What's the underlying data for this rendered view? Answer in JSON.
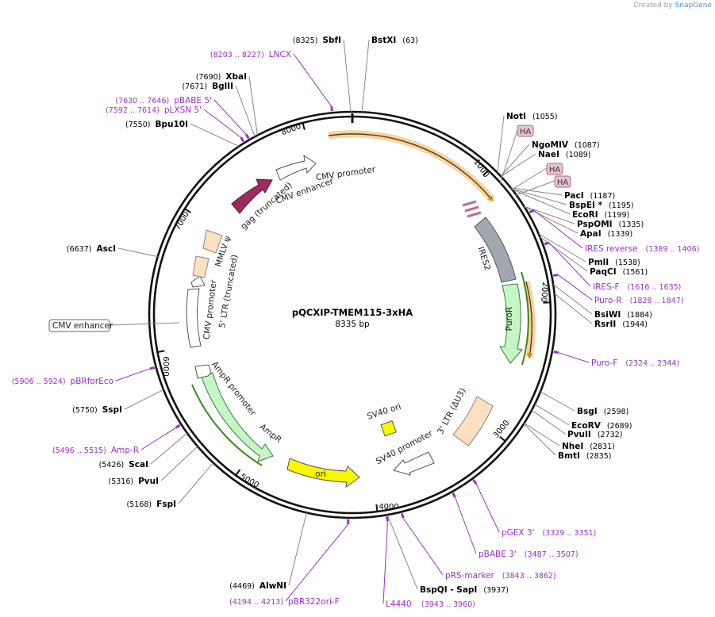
{
  "credit": {
    "prefix": "Created by",
    "brand": "SnapGene"
  },
  "plasmid": {
    "name": "pQCXIP-TMEM115-3xHA",
    "size_label": "8335 bp",
    "length": 8335
  },
  "ticks": [
    "1000",
    "2000",
    "3000",
    "4000",
    "5000",
    "6000",
    "7000",
    "8000"
  ],
  "enzymes": [
    {
      "name": "SbfI",
      "pos_label": "(8325)",
      "pos": 8325
    },
    {
      "name": "BstXI",
      "pos_label": "(63)",
      "pos": 63
    },
    {
      "name": "NotI",
      "pos_label": "(1055)",
      "pos": 1055
    },
    {
      "name": "NgoMIV",
      "pos_label": "(1087)",
      "pos": 1087
    },
    {
      "name": "NaeI",
      "pos_label": "(1089)",
      "pos": 1089
    },
    {
      "name": "PacI",
      "pos_label": "(1187)",
      "pos": 1187
    },
    {
      "name": "BspEI *",
      "pos_label": "(1195)",
      "pos": 1195
    },
    {
      "name": "EcoRI",
      "pos_label": "(1199)",
      "pos": 1199
    },
    {
      "name": "PspOMI",
      "pos_label": "(1335)",
      "pos": 1335
    },
    {
      "name": "ApaI",
      "pos_label": "(1339)",
      "pos": 1339
    },
    {
      "name": "PmlI",
      "pos_label": "(1538)",
      "pos": 1538
    },
    {
      "name": "PaqCI",
      "pos_label": "(1561)",
      "pos": 1561
    },
    {
      "name": "BsiWI",
      "pos_label": "(1884)",
      "pos": 1884
    },
    {
      "name": "RsrII",
      "pos_label": "(1944)",
      "pos": 1944
    },
    {
      "name": "BsgI",
      "pos_label": "(2598)",
      "pos": 2598
    },
    {
      "name": "EcoRV",
      "pos_label": "(2689)",
      "pos": 2689
    },
    {
      "name": "PvuII",
      "pos_label": "(2732)",
      "pos": 2732
    },
    {
      "name": "NheI",
      "pos_label": "(2831)",
      "pos": 2831
    },
    {
      "name": "BmtI",
      "pos_label": "(2835)",
      "pos": 2835
    },
    {
      "name": "BspQI  - SapI",
      "pos_label": "(3937)",
      "pos": 3937
    },
    {
      "name": "AlwNI",
      "pos_label": "(4469)",
      "pos": 4469
    },
    {
      "name": "FspI",
      "pos_label": "(5168)",
      "pos": 5168
    },
    {
      "name": "PvuI",
      "pos_label": "(5316)",
      "pos": 5316
    },
    {
      "name": "ScaI",
      "pos_label": "(5426)",
      "pos": 5426
    },
    {
      "name": "SspI",
      "pos_label": "(5750)",
      "pos": 5750
    },
    {
      "name": "AscI",
      "pos_label": "(6637)",
      "pos": 6637
    },
    {
      "name": "Bpu10I",
      "pos_label": "(7550)",
      "pos": 7550
    },
    {
      "name": "BglII",
      "pos_label": "(7671)",
      "pos": 7671
    },
    {
      "name": "XbaI",
      "pos_label": "(7690)",
      "pos": 7690
    }
  ],
  "primers": [
    {
      "name": "LNCX",
      "range_label": "(8203 .. 8227)",
      "start": 8203
    },
    {
      "name": "pBABE 5'",
      "range_label": "(7630 .. 7646)",
      "start": 7630
    },
    {
      "name": "pLXSN 5'",
      "range_label": "(7592 .. 7614)",
      "start": 7592
    },
    {
      "name": "IRES reverse",
      "range_label": "(1389 .. 1406)",
      "start": 1389
    },
    {
      "name": "IRES-F",
      "range_label": "(1616 .. 1635)",
      "start": 1616
    },
    {
      "name": "Puro-R",
      "range_label": "(1828 .. 1847)",
      "start": 1828
    },
    {
      "name": "Puro-F",
      "range_label": "(2324 .. 2344)",
      "start": 2324
    },
    {
      "name": "pGEX 3'",
      "range_label": "(3329 .. 3351)",
      "start": 3329
    },
    {
      "name": "pBABE 3'",
      "range_label": "(3487 .. 3507)",
      "start": 3487
    },
    {
      "name": "pRS-marker",
      "range_label": "(3843 .. 3862)",
      "start": 3843
    },
    {
      "name": "L4440",
      "range_label": "(3943 .. 3960)",
      "start": 3943
    },
    {
      "name": "pBR322ori-F",
      "range_label": "(4194 .. 4213)",
      "start": 4194
    },
    {
      "name": "Amp-R",
      "range_label": "(5496 .. 5515)",
      "start": 5496
    },
    {
      "name": "pBRforEco",
      "range_label": "(5906 .. 5924)",
      "start": 5906
    }
  ],
  "features": [
    {
      "name": "CMV promoter",
      "color": "#ffffff"
    },
    {
      "name": "CMV enhancer",
      "color": "#ffffff"
    },
    {
      "name": "gag (truncated)",
      "color": "#9b2a5e"
    },
    {
      "name": "MMLV ψ",
      "color": "#fde0c0"
    },
    {
      "name": "5' LTR (truncated)",
      "color": "#fde0c0"
    },
    {
      "name": "CMV promoter",
      "color": "#ffffff"
    },
    {
      "name": "CMV enhancer",
      "color": "#ffffff"
    },
    {
      "name": "IRES2",
      "color": "#a3a8ae"
    },
    {
      "name": "PuroR",
      "color": "#c6f5c6"
    },
    {
      "name": "3' LTR (ΔU3)",
      "color": "#fde0c0"
    },
    {
      "name": "SV40 ori",
      "color": "#f7f700"
    },
    {
      "name": "SV40 promoter",
      "color": "#ffffff"
    },
    {
      "name": "ori",
      "color": "#f7f700"
    },
    {
      "name": "AmpR",
      "color": "#c6f5c6"
    },
    {
      "name": "AmpR promoter",
      "color": "#ffffff"
    }
  ],
  "ha_tags": [
    "HA",
    "HA",
    "HA"
  ],
  "colors": {
    "primer": "#9b30c8",
    "insert": "#f3b04f",
    "ha": "#e8c4d2"
  }
}
